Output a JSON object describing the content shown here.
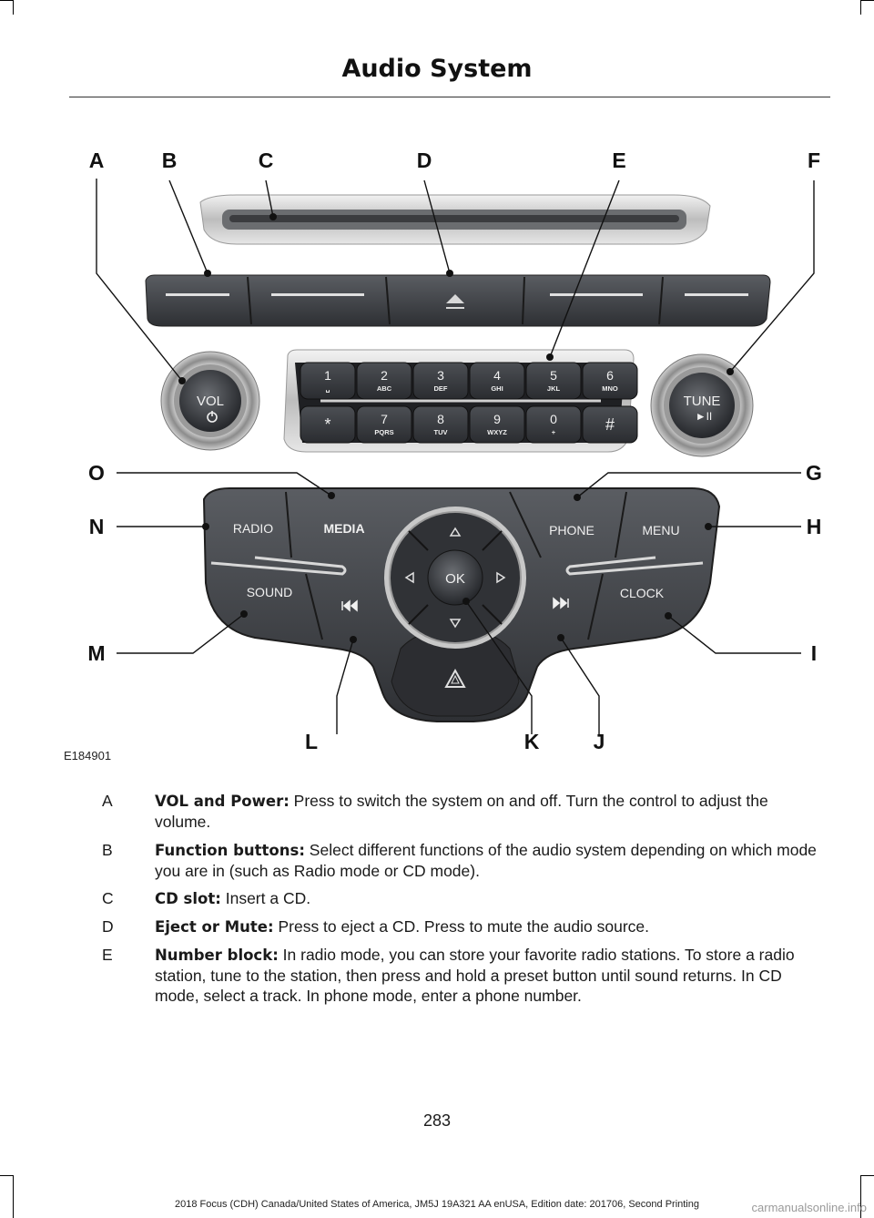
{
  "header": {
    "title": "Audio System"
  },
  "figure": {
    "id": "E184901",
    "callouts": {
      "A": "A",
      "B": "B",
      "C": "C",
      "D": "D",
      "E": "E",
      "F": "F",
      "G": "G",
      "H": "H",
      "I": "I",
      "J": "J",
      "K": "K",
      "L": "L",
      "M": "M",
      "N": "N",
      "O": "O"
    },
    "knob_labels": {
      "vol": "VOL",
      "tune": "TUNE",
      "tune_sub": "►II"
    },
    "keypad": {
      "top": [
        {
          "num": "1",
          "sub": "␣"
        },
        {
          "num": "2",
          "sub": "ABC"
        },
        {
          "num": "3",
          "sub": "DEF"
        },
        {
          "num": "4",
          "sub": "GHI"
        },
        {
          "num": "5",
          "sub": "JKL"
        },
        {
          "num": "6",
          "sub": "MNO"
        }
      ],
      "bottom": [
        {
          "num": "*",
          "sub": ""
        },
        {
          "num": "7",
          "sub": "PQRS"
        },
        {
          "num": "8",
          "sub": "TUV"
        },
        {
          "num": "9",
          "sub": "WXYZ"
        },
        {
          "num": "0",
          "sub": "+"
        },
        {
          "num": "#",
          "sub": ""
        }
      ]
    },
    "buttons": {
      "radio": "RADIO",
      "media": "MEDIA",
      "phone": "PHONE",
      "menu": "MENU",
      "sound": "SOUND",
      "clock": "CLOCK",
      "ok": "OK"
    }
  },
  "descriptions": [
    {
      "letter": "A",
      "term": "VOL and Power:",
      "text": " Press to switch the system on and off. Turn the control to adjust the volume."
    },
    {
      "letter": "B",
      "term": "Function buttons:",
      "text": " Select different functions of the audio system depending on which mode you are in (such as Radio mode or CD mode)."
    },
    {
      "letter": "C",
      "term": "CD slot:",
      "text": " Insert a CD."
    },
    {
      "letter": "D",
      "term": "Eject or Mute:",
      "text": " Press to eject a CD. Press to mute the audio source."
    },
    {
      "letter": "E",
      "term": "Number block:",
      "text": " In radio mode, you can store your favorite radio stations. To store a radio station, tune to the station, then press and hold a preset button until sound returns. In CD mode, select a track. In phone mode, enter a phone number."
    }
  ],
  "footer": {
    "page_number": "283",
    "edition": "2018 Focus (CDH) Canada/United States of America, JM5J 19A321 AA enUSA, Edition date: 201706, Second Printing",
    "watermark": "carmanualsonline.info"
  }
}
